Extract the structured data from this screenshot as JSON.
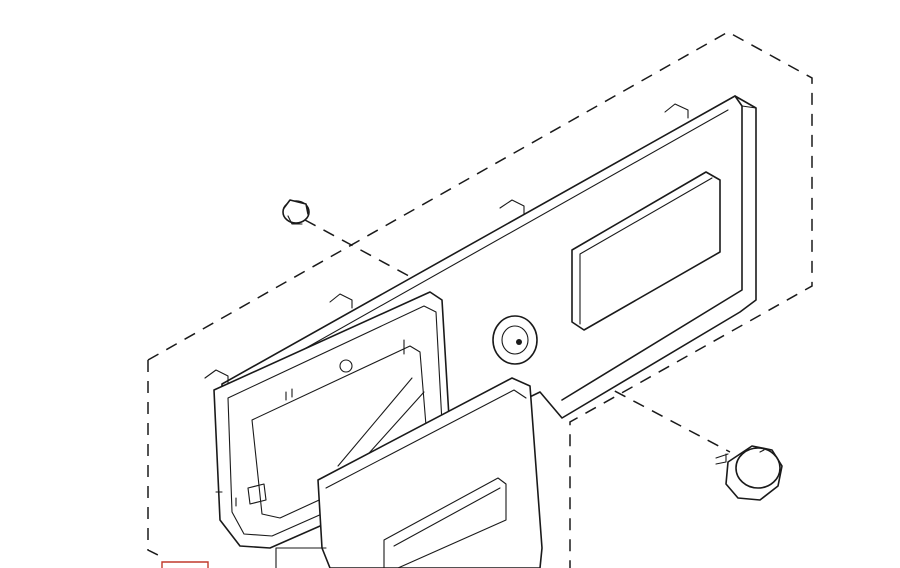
{
  "diagram": {
    "parts": [
      "control-panel",
      "detergent-drawer",
      "drawer-handle",
      "program-knob",
      "indicator-button",
      "display-window",
      "knob-hub"
    ],
    "line_color": "#1a1a1a",
    "background_color": "#ffffff",
    "accent_color": "#c0392b"
  }
}
